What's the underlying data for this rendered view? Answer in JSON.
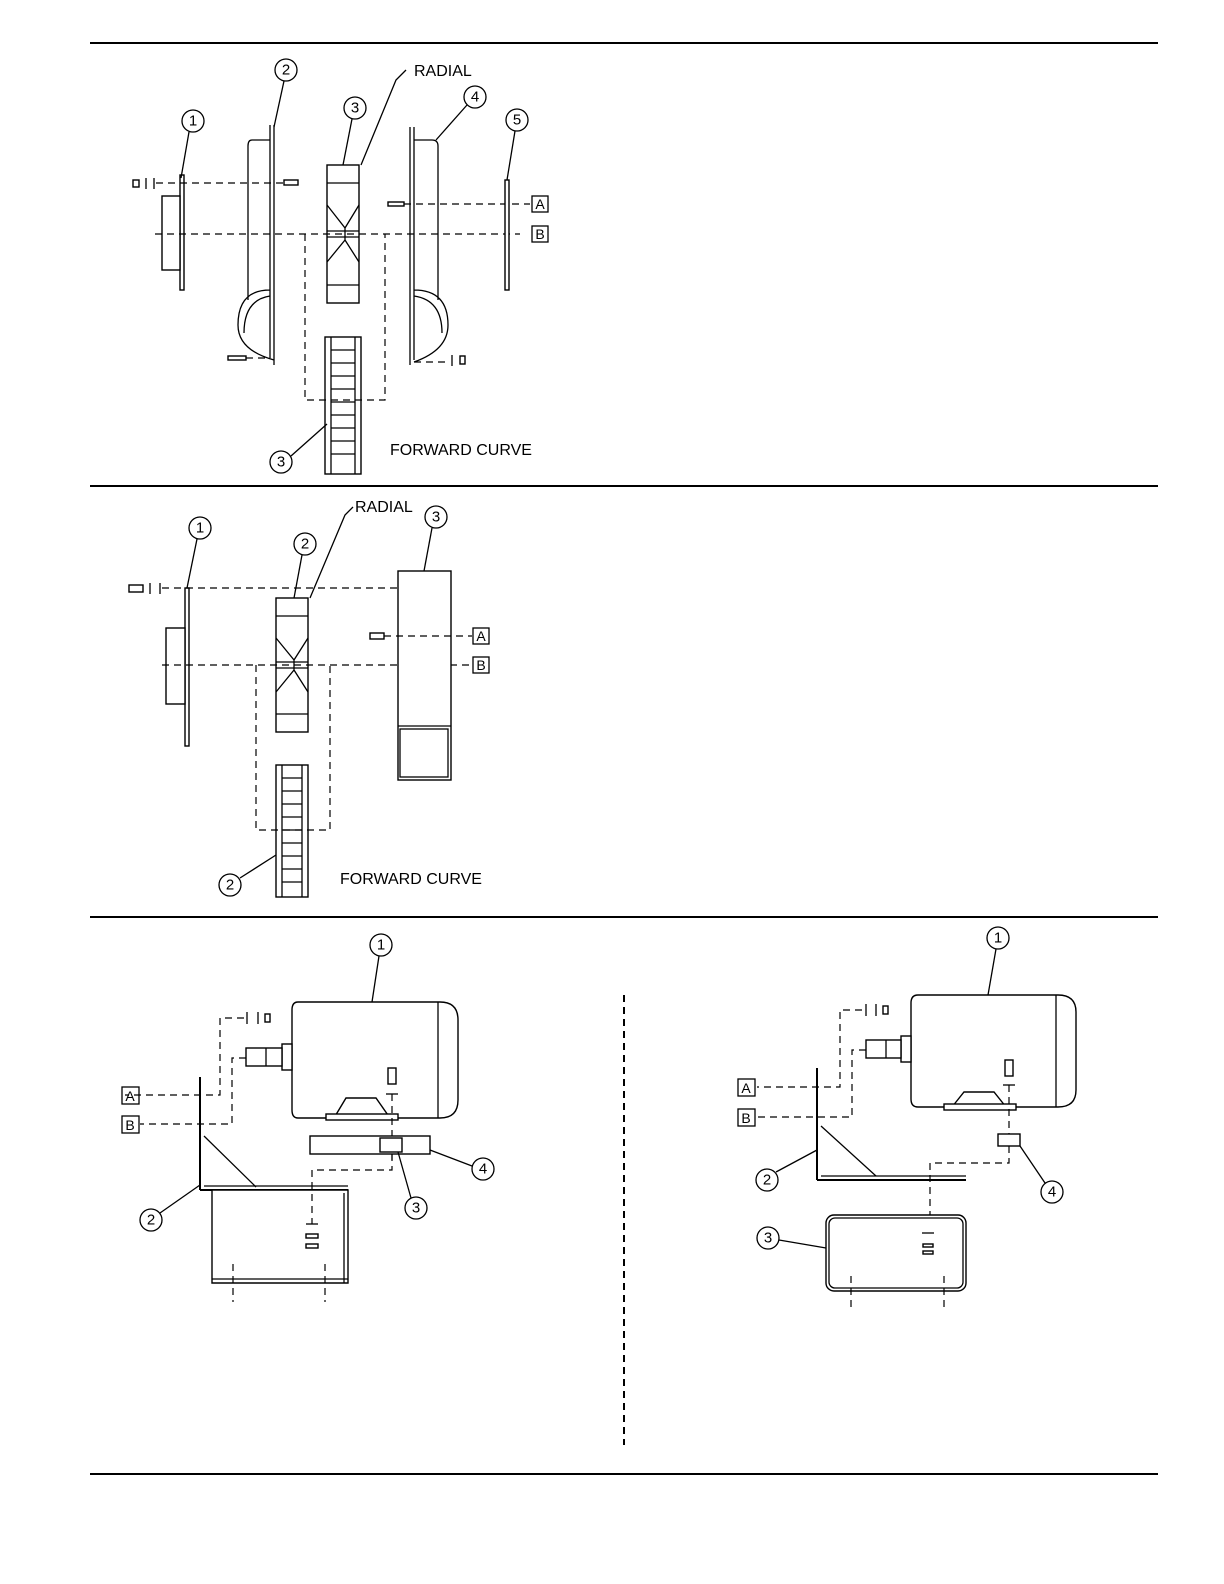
{
  "panel1": {
    "callouts": [
      "1",
      "2",
      "3",
      "4",
      "5",
      "3"
    ],
    "radial_label": "RADIAL",
    "forward_curve_label": "FORWARD CURVE",
    "box_a": "A",
    "box_b": "B"
  },
  "panel2": {
    "callouts": [
      "1",
      "2",
      "3",
      "2"
    ],
    "radial_label": "RADIAL",
    "forward_curve_label": "FORWARD CURVE",
    "box_a": "A",
    "box_b": "B"
  },
  "panel3_left": {
    "callouts": [
      "1",
      "2",
      "3",
      "4"
    ],
    "box_a": "A",
    "box_b": "B"
  },
  "panel3_right": {
    "callouts": [
      "1",
      "2",
      "3",
      "4"
    ],
    "box_a": "A",
    "box_b": "B"
  }
}
